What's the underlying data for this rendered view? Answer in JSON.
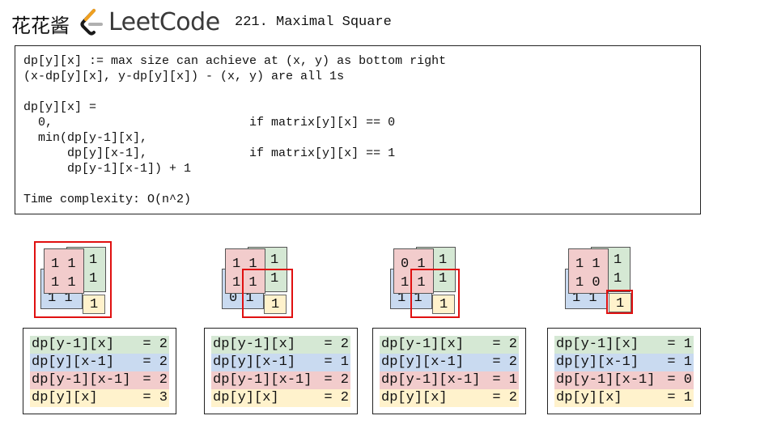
{
  "header": {
    "brand_cn": "花花酱",
    "logo_text": "LeetCode",
    "problem_title": "221. Maximal Square"
  },
  "explanation": {
    "lines": [
      "dp[y][x] := max size can achieve at (x, y) as bottom right",
      "(x-dp[y][x], y-dp[y][x]) - (x, y) are all 1s",
      "",
      "dp[y][x] =",
      "  0,                           if matrix[y][x] == 0",
      "  min(dp[y-1][x],",
      "      dp[y][x-1],              if matrix[y][x] == 1",
      "      dp[y-1][x-1]) + 1",
      "",
      "Time complexity: O(n^2)"
    ]
  },
  "colors": {
    "green": "#d5e8d4",
    "blue": "#c9daf0",
    "pink": "#f2cccc",
    "yellow": "#fff2cc",
    "highlight": "#e01010"
  },
  "examples": [
    {
      "pink": [
        "1 1",
        "1 1"
      ],
      "green": [
        "1",
        "1"
      ],
      "blue": [
        "1 1"
      ],
      "yellow": "1",
      "rows": [
        {
          "label": "dp[y-1][x]",
          "value": "= 2"
        },
        {
          "label": "dp[y][x-1]",
          "value": "= 2"
        },
        {
          "label": "dp[y-1][x-1]",
          "value": "= 2"
        },
        {
          "label": "dp[y][x]",
          "value": "= 3"
        }
      ]
    },
    {
      "pink": [
        "1 1",
        "1 1"
      ],
      "green": [
        "1",
        "1"
      ],
      "blue": [
        "0 1"
      ],
      "yellow": "1",
      "rows": [
        {
          "label": "dp[y-1][x]",
          "value": "= 2"
        },
        {
          "label": "dp[y][x-1]",
          "value": "= 1"
        },
        {
          "label": "dp[y-1][x-1]",
          "value": "= 2"
        },
        {
          "label": "dp[y][x]",
          "value": "= 2"
        }
      ]
    },
    {
      "pink": [
        "0 1",
        "1 1"
      ],
      "green": [
        "1",
        "1"
      ],
      "blue": [
        "1 1"
      ],
      "yellow": "1",
      "rows": [
        {
          "label": "dp[y-1][x]",
          "value": "= 2"
        },
        {
          "label": "dp[y][x-1]",
          "value": "= 2"
        },
        {
          "label": "dp[y-1][x-1]",
          "value": "= 1"
        },
        {
          "label": "dp[y][x]",
          "value": "= 2"
        }
      ]
    },
    {
      "pink": [
        "1 1",
        "1 0"
      ],
      "green": [
        "1",
        "1"
      ],
      "blue": [
        "1 1"
      ],
      "yellow": "1",
      "rows": [
        {
          "label": "dp[y-1][x]",
          "value": "= 1"
        },
        {
          "label": "dp[y][x-1]",
          "value": "= 1"
        },
        {
          "label": "dp[y-1][x-1]",
          "value": "= 0"
        },
        {
          "label": "dp[y][x]",
          "value": "= 1"
        }
      ]
    }
  ]
}
